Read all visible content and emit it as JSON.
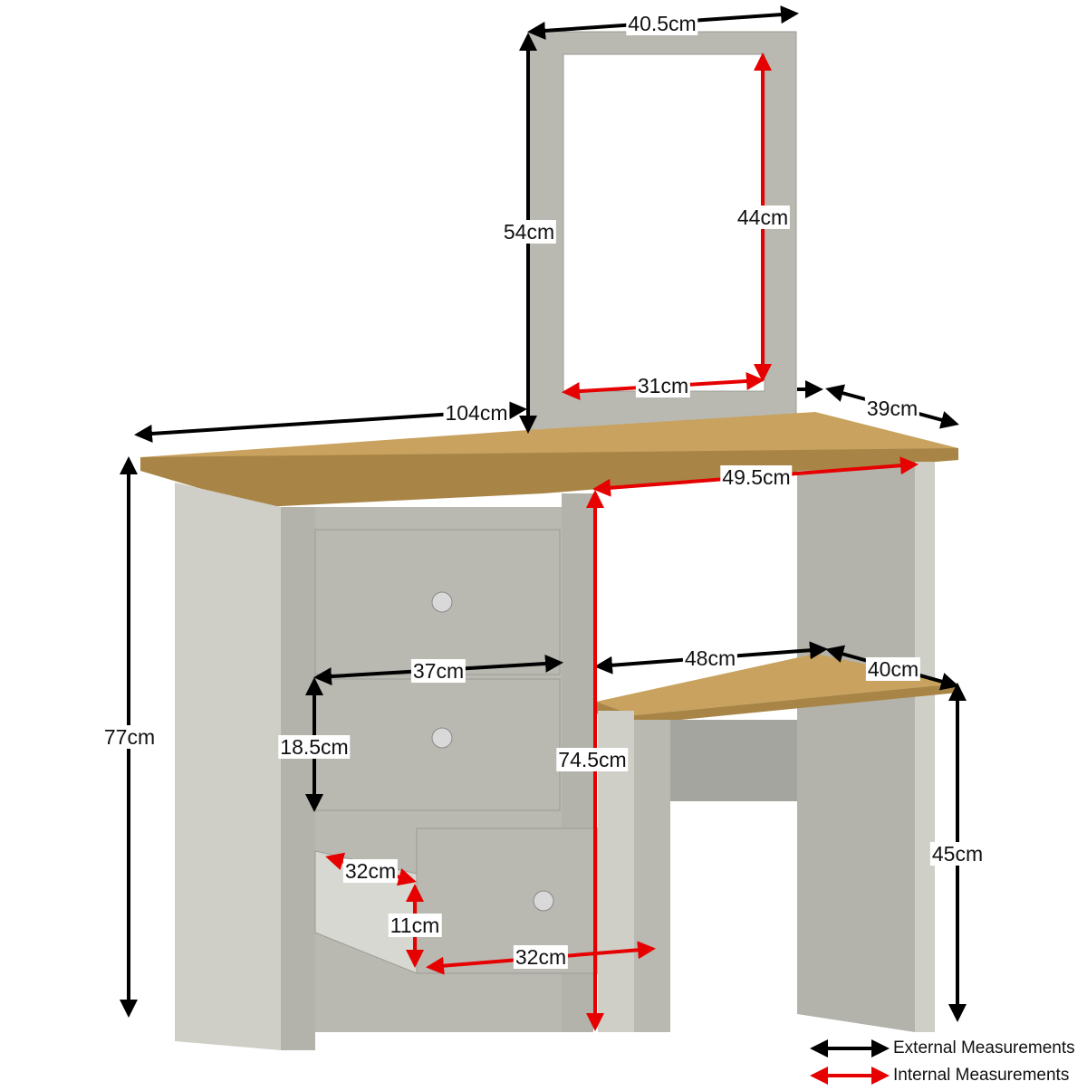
{
  "colors": {
    "external": "#000000",
    "internal": "#e60000",
    "body": "#b9b9b2",
    "body_dark": "#9c9c96",
    "body_light": "#cfcfc8",
    "wood": "#c8a25e",
    "wood_dark": "#a88546",
    "knob": "#d9d9d9"
  },
  "mirror": {
    "width": "40.5cm",
    "height": "54cm",
    "glass_height": "44cm",
    "glass_width": "31cm"
  },
  "table": {
    "width": "104cm",
    "depth": "39cm",
    "height": "77cm",
    "knee_width": "49.5cm",
    "knee_height": "74.5cm"
  },
  "drawers": {
    "width": "37cm",
    "height": "18.5cm",
    "inner_depth": "32cm",
    "inner_height": "11cm",
    "inner_width": "32cm"
  },
  "stool": {
    "width": "48cm",
    "depth": "40cm",
    "height": "45cm"
  },
  "legend": {
    "external": "External Measurements",
    "internal": "Internal Measurements"
  }
}
